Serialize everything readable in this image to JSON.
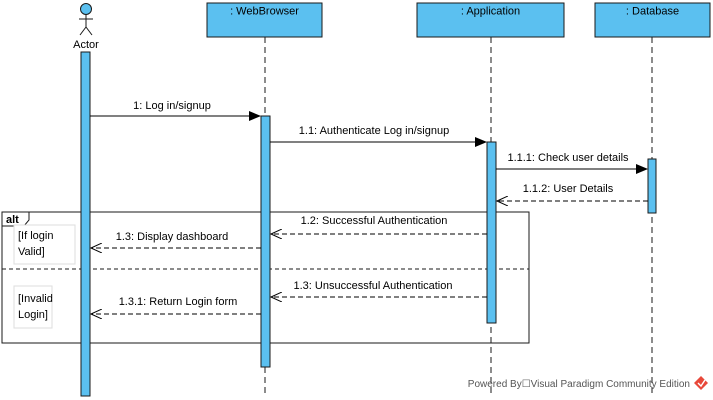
{
  "actor": {
    "name": "Actor"
  },
  "lifelines": {
    "browser": ": WebBrowser",
    "app": ": Application",
    "db": ": Database"
  },
  "messages": {
    "m1": "1: Log in/signup",
    "m1_1": "1.1: Authenticate Log in/signup",
    "m1_1_1": "1.1.1: Check user details",
    "m1_1_2": "1.1.2: User Details",
    "m1_2": "1.2: Successful Authentication",
    "m1_3a": "1.3: Display dashboard",
    "m1_3b": "1.3: Unsuccessful Authentication",
    "m1_3_1": "1.3.1: Return Login form"
  },
  "fragment": {
    "operator": "alt",
    "guard1_line1": "[If login",
    "guard1_line2": "Valid]",
    "guard2_line1": "[Invalid",
    "guard2_line2": "Login]"
  },
  "watermark": {
    "text": "Powered By☐Visual Paradigm Community Edition"
  },
  "colors": {
    "lifeline_fill": "#5BC0F0",
    "header_fill": "#5BC0F0",
    "stroke": "#1a1a1a"
  }
}
